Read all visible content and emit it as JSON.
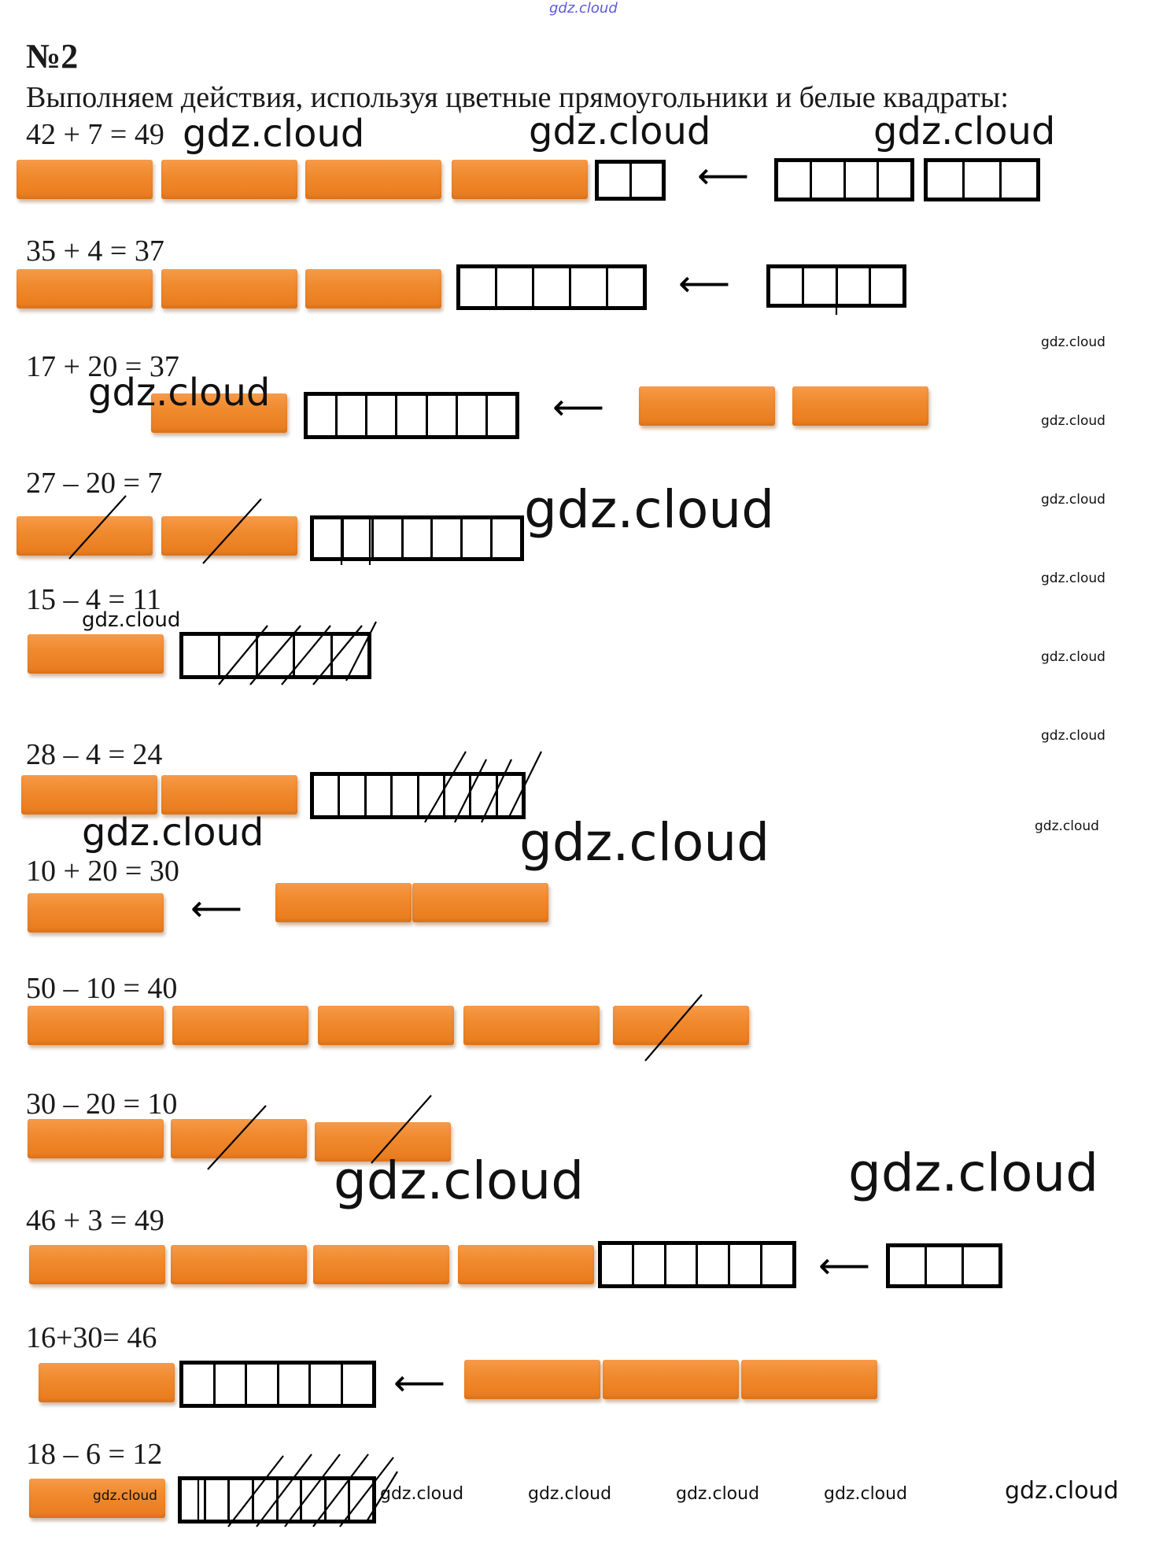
{
  "watermark": "gdz.cloud",
  "heading": "№2",
  "instruction": "Выполняем действия, используя цветные прямоугольники и белые квадраты:",
  "equations": [
    "42 + 7 = 49",
    "35 + 4 = 37",
    "17 + 20 = 37",
    "27 – 20 = 7",
    "15 – 4 = 11",
    "28 – 4 = 24",
    "10 + 20 = 30",
    "50 – 10 = 40",
    "30 – 20 = 10",
    "46 + 3 = 49",
    "16+30= 46",
    "18 – 6 = 12"
  ],
  "arrow_glyph": "⟵",
  "colors": {
    "tens_bar": "#f08a2e",
    "unit_square_border": "#000000"
  }
}
